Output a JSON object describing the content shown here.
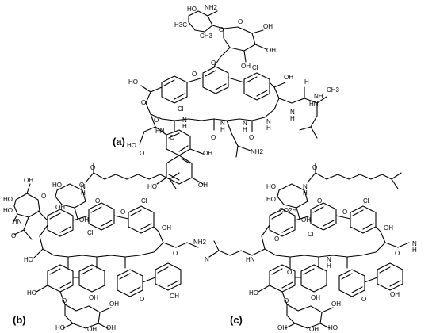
{
  "panels": [
    {
      "id": "a",
      "label": "(a)",
      "atoms": [
        "HO",
        "NH2",
        "H3C",
        "CH3",
        "O",
        "O",
        "OH",
        "OH",
        "OH",
        "O",
        "O",
        "Cl",
        "HO",
        "Cl",
        "OH",
        "H",
        "HN",
        "O",
        "O",
        "N",
        "H",
        "N",
        "H",
        "O",
        "N",
        "H",
        "N",
        "H",
        "O",
        "N",
        "H",
        "NH",
        "CH3",
        "HN",
        "O",
        "HO",
        "O",
        "NH2",
        "HO",
        "OH",
        "OH"
      ]
    },
    {
      "id": "b",
      "label": "(b)",
      "atoms": [
        "OH",
        "HO",
        "HO",
        "O",
        "HO",
        "O",
        "OH",
        "O",
        "N",
        "H",
        "O",
        "OH",
        "O",
        "Cl",
        "O",
        "HN",
        "Cl",
        "OH",
        "O",
        "HO",
        "NH2",
        "HO",
        "OH",
        "OH",
        "OH",
        "HO",
        "OH",
        "OH",
        "O",
        "O"
      ]
    },
    {
      "id": "c",
      "label": "(c)",
      "atoms": [
        "O",
        "N",
        "H",
        "HO",
        "HO",
        "CO2H",
        "O",
        "OH",
        "O",
        "Cl",
        "O",
        "Cl",
        "OH",
        "O",
        "HN",
        "N",
        "H",
        "O",
        "N",
        "H",
        "N",
        "OH",
        "HO",
        "OH",
        "OH",
        "OH",
        "HO",
        "OH",
        "O",
        "O"
      ]
    }
  ]
}
